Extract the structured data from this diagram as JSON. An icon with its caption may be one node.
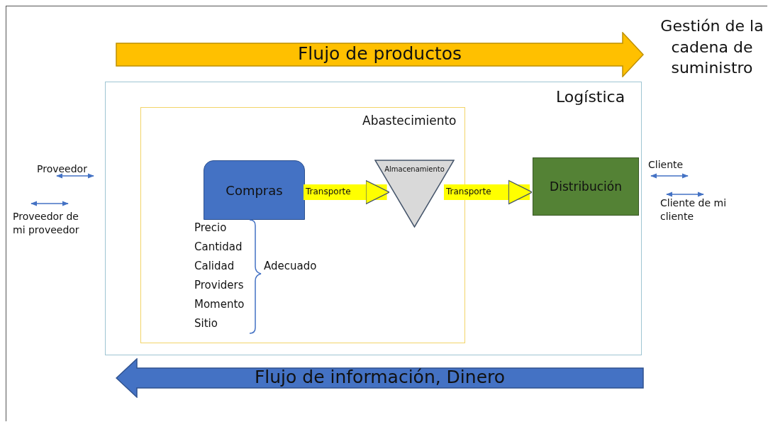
{
  "diagram": {
    "nodes": [
      {
        "text": [
          "Flujo de productos"
        ]
      },
      {
        "text": [
          "Logística"
        ]
      },
      {
        "text": [
          "Abastecimiento"
        ],
        "in": 1
      },
      {
        "text": [
          "Compras"
        ],
        "in": 2
      },
      {
        "text": [
          "Almacenamiento"
        ],
        "in": 2
      },
      {
        "text": [
          "Distribución"
        ],
        "in": 1
      },
      {
        "text": [
          "Flujo de información, Dinero"
        ]
      }
    ],
    "edges": [
      {
        "from": 3,
        "to": 4,
        "arrow": "to",
        "label": "Transporte"
      },
      {
        "from": 4,
        "to": 5,
        "arrow": "to",
        "label": "Transporte"
      }
    ],
    "labels": [
      "Gestión de la cadena de suministro",
      "Proveedor",
      "Proveedor de mi proveedor",
      "Cliente",
      "Cliente de mi cliente",
      "Precio",
      "Cantidad",
      "Calidad",
      "Providers",
      "Momento",
      "Sitio",
      "Adecuado"
    ]
  }
}
